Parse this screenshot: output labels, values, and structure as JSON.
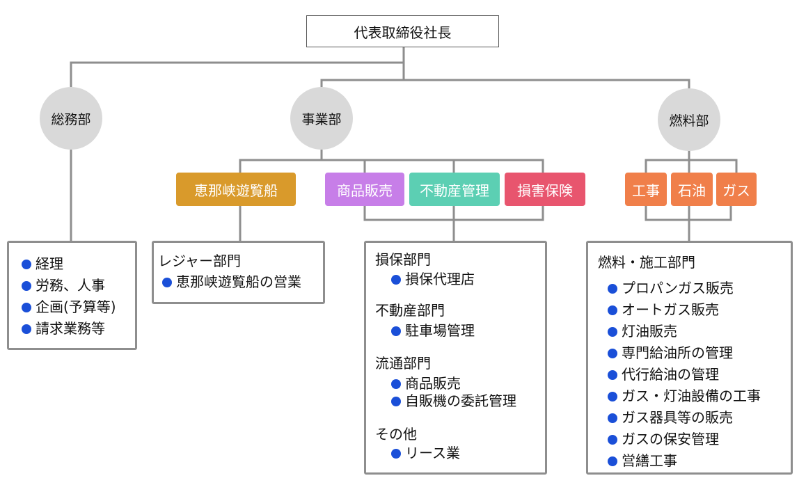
{
  "ceo": "代表取締役社長",
  "departments": {
    "general": "総務部",
    "business": "事業部",
    "fuel": "燃料部"
  },
  "colors": {
    "gray_circle": "#d9d9d9",
    "bullet": "#1a4fd8",
    "connector": "#8e8e8e",
    "orange_dark": "#d99a2b",
    "purple": "#c77ee8",
    "teal": "#5ccfb3",
    "red": "#e8556e",
    "orange": "#f07f4a"
  },
  "tags": {
    "ena": "恵那峡遊覧船",
    "shohin": "商品販売",
    "fudosan": "不動産管理",
    "songai": "損害保険",
    "koji": "工事",
    "sekiyu": "石油",
    "gas": "ガス"
  },
  "general_panel": [
    "経理",
    "労務、人事",
    "企画(予算等)",
    "請求業務等"
  ],
  "leisure_panel": {
    "heading": "レジャー部門",
    "items": [
      "恵那峡遊覧船の営業"
    ]
  },
  "business_panel": {
    "groups": [
      {
        "heading": "損保部門",
        "items": [
          "損保代理店"
        ]
      },
      {
        "heading": "不動産部門",
        "items": [
          "駐車場管理"
        ]
      },
      {
        "heading": "流通部門",
        "items": [
          "商品販売",
          "自販機の委託管理"
        ]
      },
      {
        "heading": "その他",
        "items": [
          "リース業"
        ]
      }
    ]
  },
  "fuel_panel": {
    "heading": "燃料・施工部門",
    "items": [
      "プロパンガス販売",
      "オートガス販売",
      "灯油販売",
      "専門給油所の管理",
      "代行給油の管理",
      "ガス・灯油設備の工事",
      "ガス器具等の販売",
      "ガスの保安管理",
      "営繕工事"
    ]
  }
}
